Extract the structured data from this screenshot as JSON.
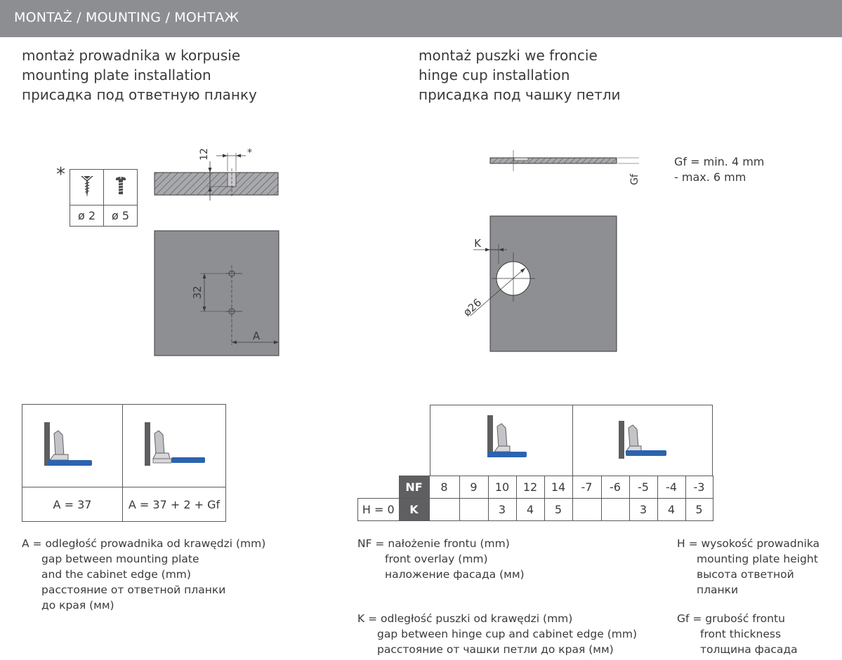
{
  "header": {
    "title": "MONTAŻ / MOUNTING / МОНТАЖ"
  },
  "left_section": {
    "title_pl": "montaż prowadnika w korpusie",
    "title_en": "mounting plate installation",
    "title_ru": "присадка под ответную планку",
    "asterisk": "*",
    "screw_table": {
      "col1": "ø 2",
      "col2": "ø 5",
      "col1_icon": "wood-screw-icon",
      "col2_icon": "euro-screw-icon"
    },
    "dims": {
      "top": "12",
      "star": "*",
      "spacing": "32",
      "edge": "A"
    },
    "plate_table": {
      "cell1": "A = 37",
      "cell2": "A = 37 + 2 + Gf"
    }
  },
  "right_section": {
    "title_pl": "montaż puszki we froncie",
    "title_en": "hinge cup installation",
    "title_ru": "присадка под чашку петли",
    "dims": {
      "gf": "Gf",
      "k": "K",
      "diameter": "ø26"
    },
    "gf_note_1": "Gf = min. 4 mm",
    "gf_note_2": "- max. 6 mm",
    "k_table": {
      "row1_label": "NF",
      "row2_prefix": "H = 0",
      "row2_label": "K",
      "nf": [
        "8",
        "9",
        "10",
        "12",
        "14",
        "-7",
        "-6",
        "-5",
        "-4",
        "-3"
      ],
      "k": [
        "",
        "",
        "3",
        "4",
        "5",
        "",
        "",
        "3",
        "4",
        "5"
      ]
    }
  },
  "notes": {
    "a": [
      "A = odległość prowadnika od krawędzi (mm)",
      "gap between mounting plate",
      "and the cabinet edge (mm)",
      "расстояние от ответной планки",
      "до края (мм)"
    ],
    "nf": [
      "NF = nałożenie frontu (mm)",
      "front overlay (mm)",
      "наложение фасада (мм)"
    ],
    "k": [
      "K = odległość puszki od krawędzi (mm)",
      "gap between hinge cup and cabinet edge (mm)",
      "расстояние от чашки петли до края (мм)"
    ],
    "h": [
      "H = wysokość prowadnika",
      "mounting plate height",
      "высота ответной",
      "планки"
    ],
    "gf": [
      "Gf = grubość frontu",
      "front thickness",
      "толщина фасада"
    ]
  },
  "colors": {
    "header_bg": "#8d8e92",
    "panel_gray": "#8e8f93",
    "hinge_blue": "#2b63b0",
    "dark_cell": "#5f5f62"
  }
}
